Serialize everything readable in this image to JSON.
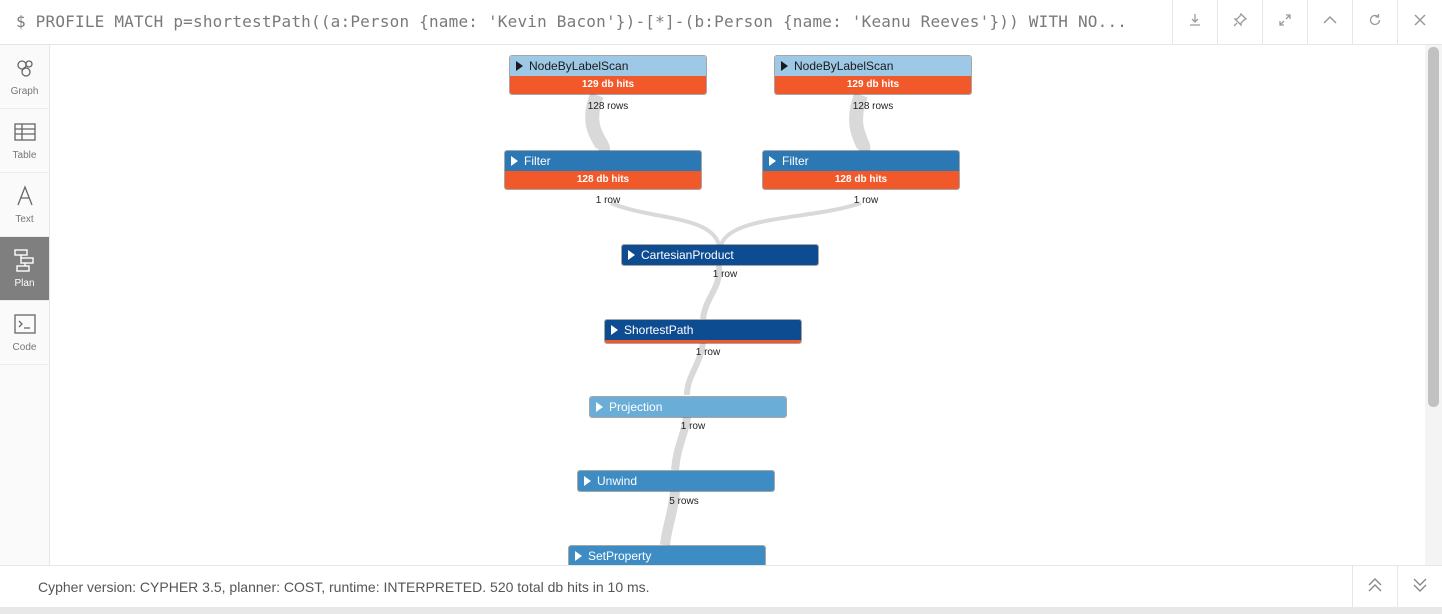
{
  "query": "$ PROFILE MATCH p=shortestPath((a:Person {name: 'Kevin Bacon'})-[*]-(b:Person {name: 'Keanu Reeves'})) WITH NO...",
  "top_actions": [
    {
      "name": "download-icon"
    },
    {
      "name": "pin-icon"
    },
    {
      "name": "expand-icon"
    },
    {
      "name": "collapse-up-icon"
    },
    {
      "name": "rerun-icon"
    },
    {
      "name": "close-icon"
    }
  ],
  "sidebar": {
    "items": [
      {
        "label": "Graph",
        "icon": "graph-icon"
      },
      {
        "label": "Table",
        "icon": "table-icon"
      },
      {
        "label": "Text",
        "icon": "text-icon"
      },
      {
        "label": "Plan",
        "icon": "plan-icon",
        "active": true
      },
      {
        "label": "Code",
        "icon": "code-icon"
      }
    ]
  },
  "plan": {
    "ops": [
      {
        "title": "NodeByLabelScan",
        "hits": "129 db hits",
        "rows": "128 rows"
      },
      {
        "title": "NodeByLabelScan",
        "hits": "129 db hits",
        "rows": "128 rows"
      },
      {
        "title": "Filter",
        "hits": "128 db hits",
        "rows": "1 row"
      },
      {
        "title": "Filter",
        "hits": "128 db hits",
        "rows": "1 row"
      },
      {
        "title": "CartesianProduct",
        "rows": "1 row"
      },
      {
        "title": "ShortestPath",
        "rows": "1 row"
      },
      {
        "title": "Projection",
        "rows": "1 row"
      },
      {
        "title": "Unwind",
        "rows": "5 rows"
      },
      {
        "title": "SetProperty"
      }
    ]
  },
  "colors": {
    "db_hits": "#f1592a",
    "scan_header": "#9ec9e6",
    "filter_header": "#2b78b5",
    "product_header": "#0e4c92",
    "projection_header": "#6aaed8",
    "unwind_header": "#3d8cc4",
    "flow": "#d9d9d9"
  },
  "footer": {
    "summary": "Cypher version: CYPHER 3.5, planner: COST, runtime: INTERPRETED. 520 total db hits in 10 ms."
  }
}
